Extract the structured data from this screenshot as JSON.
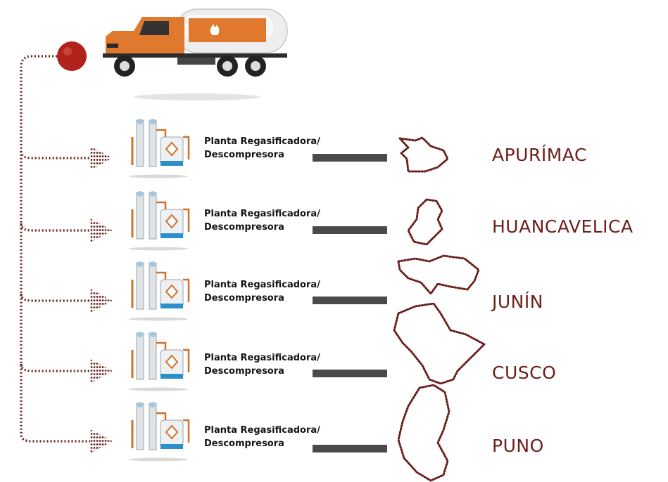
{
  "colors": {
    "accent": "#6b1f1c",
    "truck_orange": "#e0782e",
    "connector_bar": "#4a4a4a",
    "tank_blue": "#2c8fc9"
  },
  "rows": [
    {
      "plant_line1": "Planta Regasificadora/",
      "plant_line2": "Descompresora",
      "region": "APURÍMAC"
    },
    {
      "plant_line1": "Planta Regasificadora/",
      "plant_line2": "Descompresora",
      "region": "HUANCAVELICA"
    },
    {
      "plant_line1": "Planta Regasificadora/",
      "plant_line2": "Descompresora",
      "region": "JUNÍN"
    },
    {
      "plant_line1": "Planta Regasificadora/",
      "plant_line2": "Descompresora",
      "region": "CUSCO"
    },
    {
      "plant_line1": "Planta Regasificadora/",
      "plant_line2": "Descompresora",
      "region": "PUNO"
    }
  ],
  "icons": {
    "truck": "gas-tanker-truck-icon",
    "plant": "gas-plant-icon",
    "flame": "flame-icon",
    "region_map": "region-outline-map"
  }
}
